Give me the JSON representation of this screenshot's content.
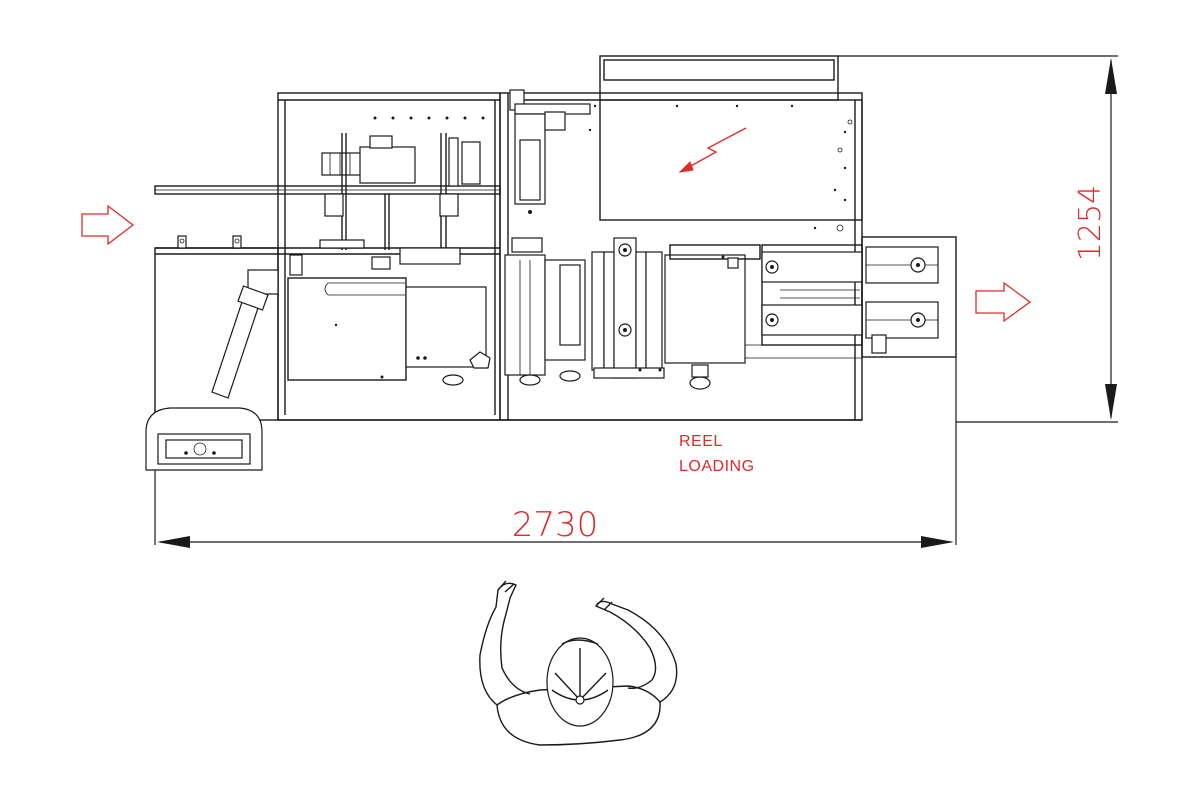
{
  "dimensions": {
    "width_value": "2730",
    "height_value": "1254"
  },
  "annotation": {
    "line1": "REEL",
    "line2": "LOADING"
  },
  "colors": {
    "linework": "#1a1a1a",
    "accent": "#e02a2a",
    "background": "#ffffff"
  },
  "icons": {
    "infeed": "outline-arrow-right",
    "outfeed": "outline-arrow-right",
    "electrical": "lightning-bolt",
    "operator": "operator-top-view"
  }
}
